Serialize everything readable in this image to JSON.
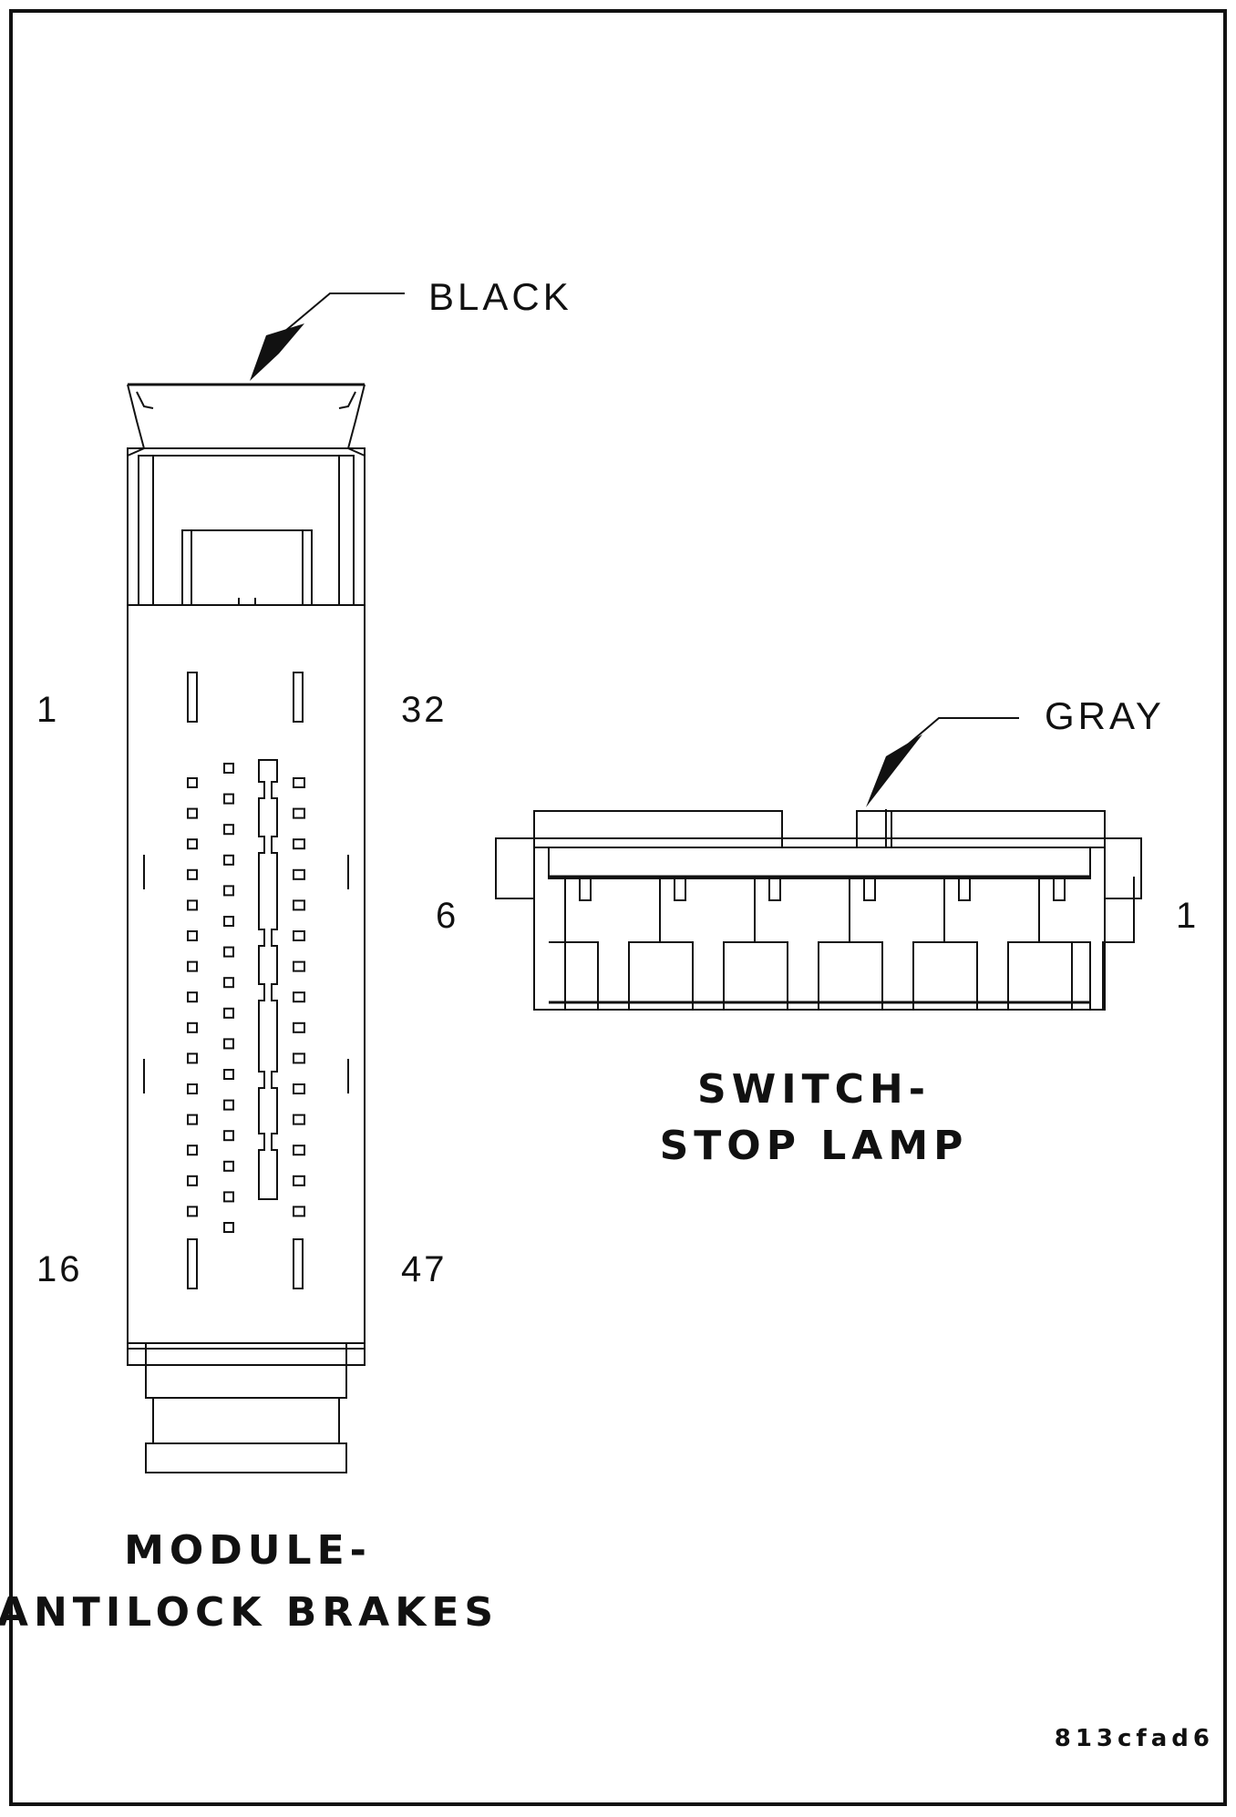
{
  "abs_connector": {
    "wire_color": "BLACK",
    "pins": {
      "top_left": "1",
      "top_right": "32",
      "bottom_left": "16",
      "bottom_right": "47"
    },
    "title_line1": "MODULE-",
    "title_line2": "ANTILOCK BRAKES"
  },
  "switch_connector": {
    "wire_color": "GRAY",
    "pins": {
      "left": "6",
      "right": "1"
    },
    "title_line1": "SWITCH-",
    "title_line2": "STOP LAMP"
  },
  "figure_id": "813cfad6"
}
